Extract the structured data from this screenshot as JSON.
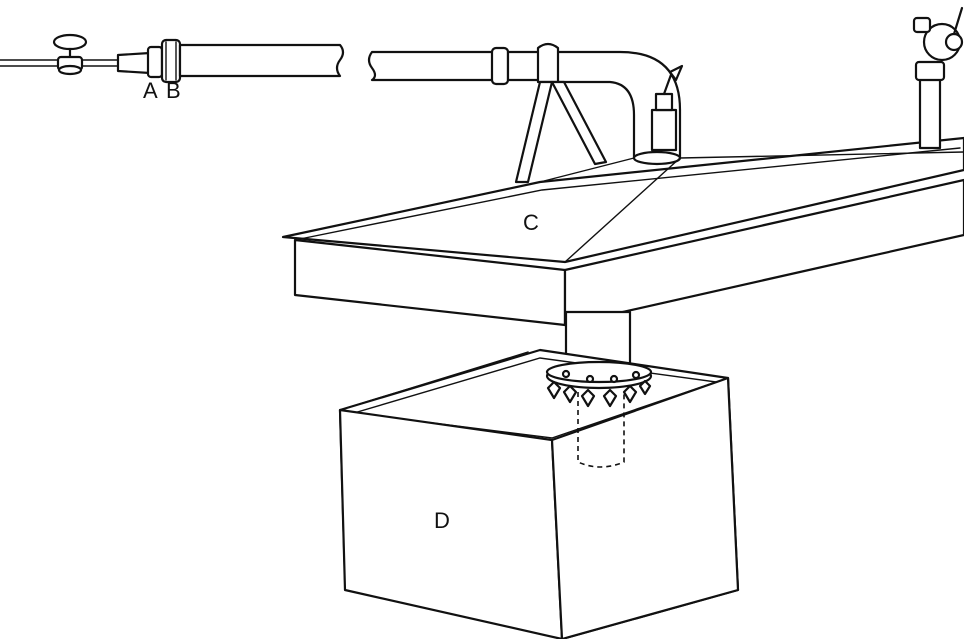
{
  "figure": {
    "header_fragment": "",
    "labels": {
      "a": "A",
      "b": "B",
      "c": "C",
      "d": "D"
    }
  }
}
